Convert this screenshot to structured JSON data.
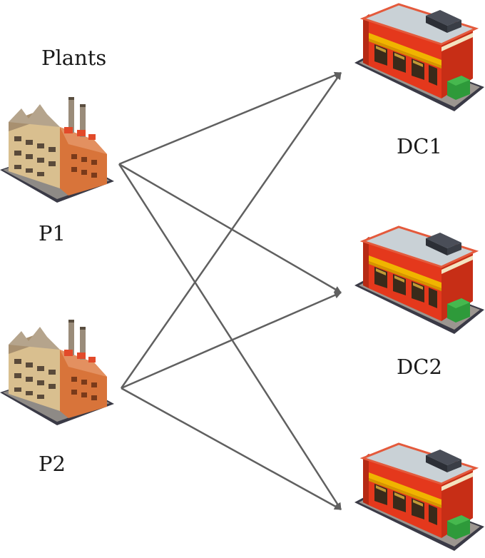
{
  "diagram": {
    "plants_heading": "Plants",
    "plants": [
      {
        "label": "P1"
      },
      {
        "label": "P2"
      }
    ],
    "distribution_centers": [
      {
        "label": "DC1"
      },
      {
        "label": "DC2"
      },
      {
        "label": ""
      }
    ],
    "connections": [
      {
        "from": "P1",
        "to": "DC1"
      },
      {
        "from": "P1",
        "to": "DC2"
      },
      {
        "from": "P1",
        "to": 3
      },
      {
        "from": "P2",
        "to": "DC1"
      },
      {
        "from": "P2",
        "to": "DC2"
      },
      {
        "from": "P2",
        "to": 3
      }
    ],
    "colors": {
      "arrow": "#606060",
      "factory_brick": "#d8743a",
      "factory_wing": "#d9bf8f",
      "store_wall": "#e4381c",
      "store_awning": "#f0b400",
      "store_roof": "#c9d1d6",
      "dumpster": "#2e9a3a"
    }
  }
}
